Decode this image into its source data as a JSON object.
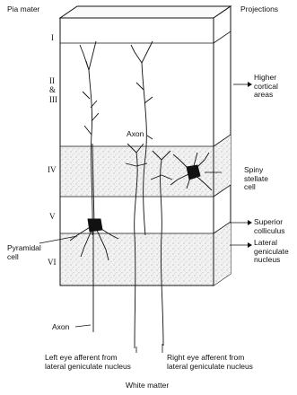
{
  "top_left_label": "Pia mater",
  "top_right_label": "Projections",
  "layers": [
    "I",
    "II",
    "&",
    "III",
    "IV",
    "V",
    "VI"
  ],
  "labels": {
    "axon_upper": "Axon",
    "axon_lower": "Axon",
    "pyramidal_1": "Pyramidal",
    "pyramidal_2": "cell",
    "spiny_1": "Spiny",
    "spiny_2": "stellate",
    "spiny_3": "cell",
    "left_afferent_1": "Left eye afferent from",
    "left_afferent_2": "lateral geniculate nucleus",
    "right_afferent_1": "Right eye afferent from",
    "right_afferent_2": "lateral geniculate nucleus",
    "bottom": "White matter"
  },
  "projections": {
    "higher_1": "Higher",
    "higher_2": "cortical",
    "higher_3": "areas",
    "superior_1": "Superior",
    "superior_2": "colliculus",
    "lateral_1": "Lateral",
    "lateral_2": "geniculate",
    "lateral_3": "nucleus"
  }
}
